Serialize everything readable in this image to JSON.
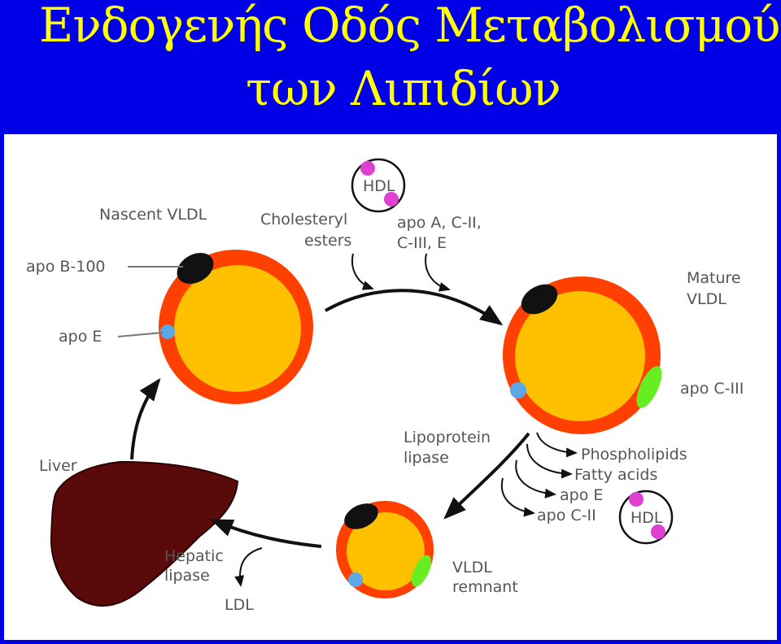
{
  "header": {
    "title_line1": "Ενδογενής Οδός Μεταβολισμού",
    "title_line2": "των Λιπιδίων"
  },
  "labels": {
    "nascent_vldl": "Nascent VLDL",
    "apo_b100": "apo B-100",
    "apo_e_left": "apo E",
    "cholesteryl": "Cholesteryl",
    "esters": "esters",
    "hdl_top": "HDL",
    "apo_acii": "apo A, C-II,",
    "apo_ciii_e": "C-III, E",
    "mature": "Mature",
    "vldl": "VLDL",
    "apo_ciii": "apo C-III",
    "lipoprotein": "Lipoprotein",
    "lipase": "lipase",
    "phospholipids": "Phospholipids",
    "fatty_acids": "Fatty acids",
    "apo_e_right": "apo E",
    "apo_cii": "apo C-II",
    "hdl_bottom": "HDL",
    "liver": "Liver",
    "hepatic": "Hepatic",
    "hepatic_lipase": "lipase",
    "ldl": "LDL",
    "vldl_remnant_1": "VLDL",
    "vldl_remnant_2": "remnant"
  },
  "colors": {
    "background": "#0000e6",
    "title": "#ffff00",
    "core": "#ffc000",
    "shell": "#ff4000",
    "apo_b": "#111111",
    "apo_e": "#5aa8e6",
    "apo_c": "#66ee22",
    "hdl_dot": "#e040d0",
    "liver": "#5a0a0a"
  }
}
